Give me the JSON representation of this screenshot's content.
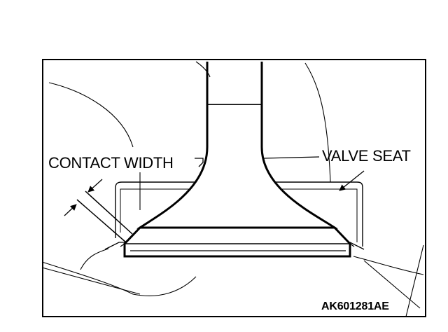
{
  "labels": {
    "contact_width": "CONTACT WIDTH",
    "valve_seat": "VALVE SEAT",
    "figure_code": "AK601281AE"
  },
  "colors": {
    "line": "#000000",
    "background": "#ffffff"
  }
}
